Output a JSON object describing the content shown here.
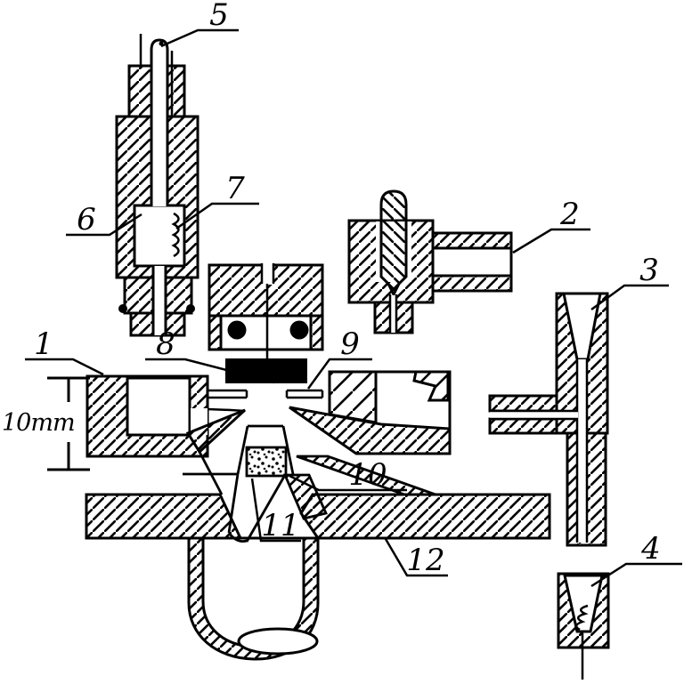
{
  "figure": {
    "background": "#ffffff",
    "ink": "#000000",
    "dimension_label": "10mm",
    "labels": {
      "l1": "1",
      "l2": "2",
      "l3": "3",
      "l4": "4",
      "l5": "5",
      "l6": "6",
      "l7": "7",
      "l8": "8",
      "l9": "9",
      "l10": "10",
      "l11": "11",
      "l12": "12"
    }
  }
}
